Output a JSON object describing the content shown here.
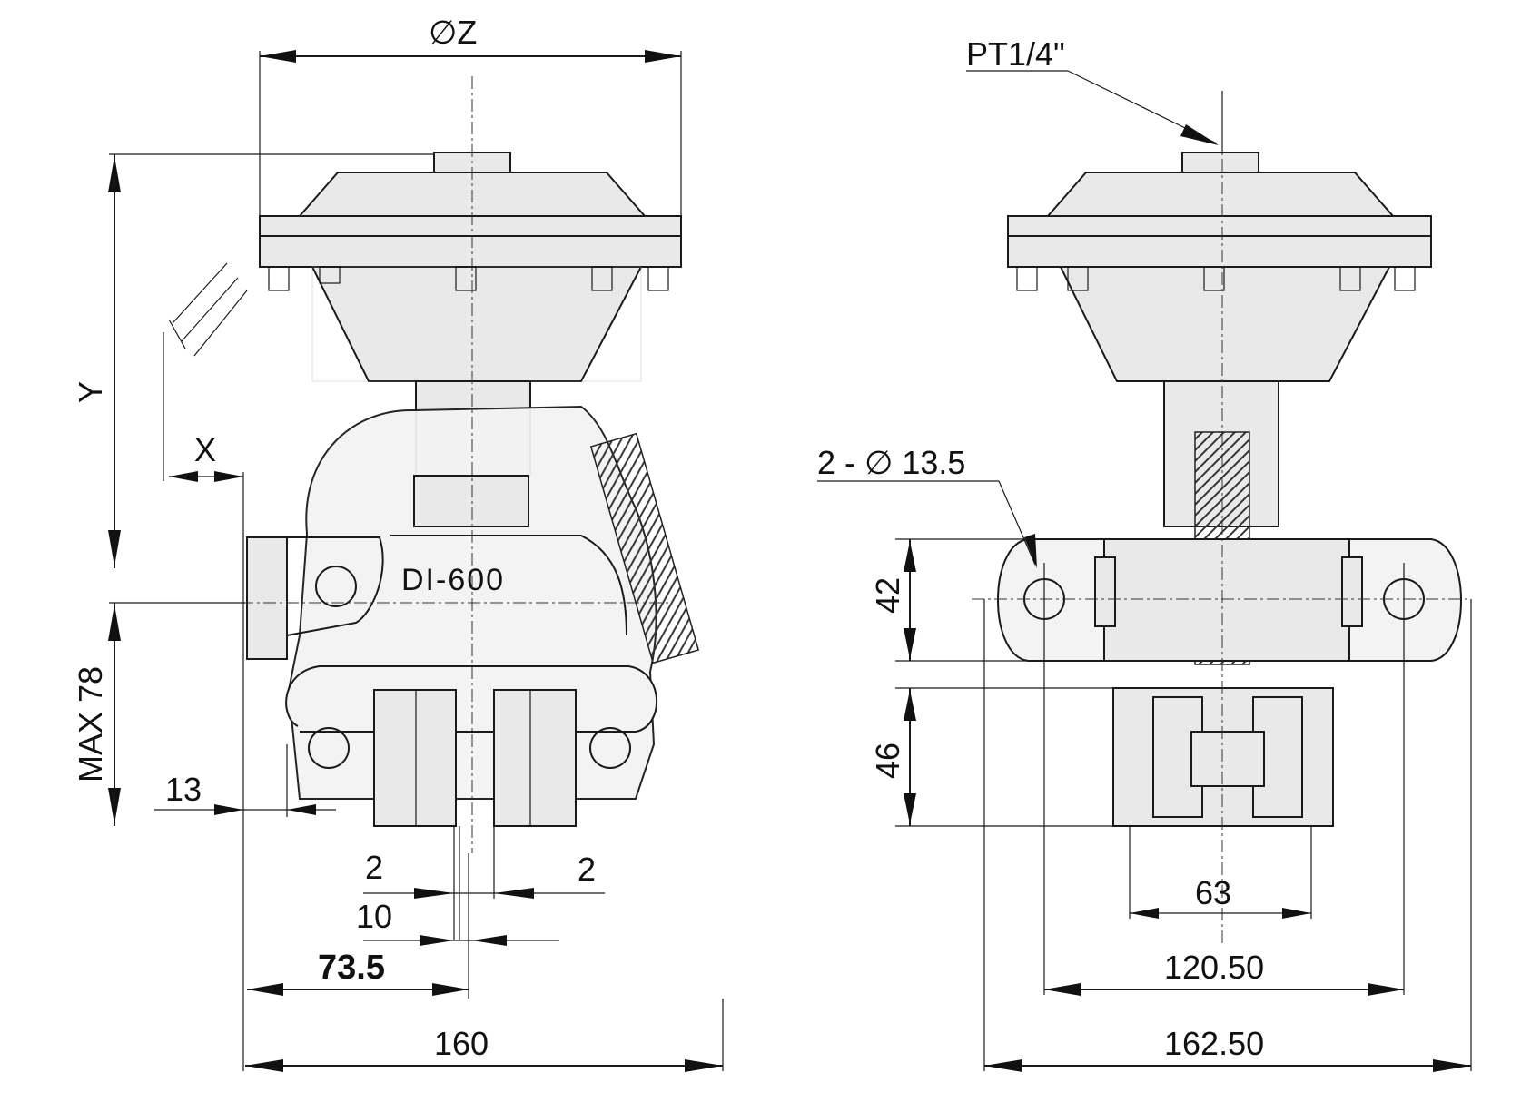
{
  "left_view": {
    "dim_top": "∅Z",
    "dim_y": "Y",
    "dim_x": "X",
    "dim_max": "MAX 78",
    "dim_13": "13",
    "dim_2a": "2",
    "dim_2b": "2",
    "dim_10": "10",
    "dim_735": "73.5",
    "dim_160": "160",
    "body_marking": "DI-600"
  },
  "right_view": {
    "port": "PT1/4\"",
    "hole": "2 - ∅ 13.5",
    "dim_42": "42",
    "dim_46": "46",
    "dim_63": "63",
    "dim_12050": "120.50",
    "dim_16250": "162.50"
  }
}
